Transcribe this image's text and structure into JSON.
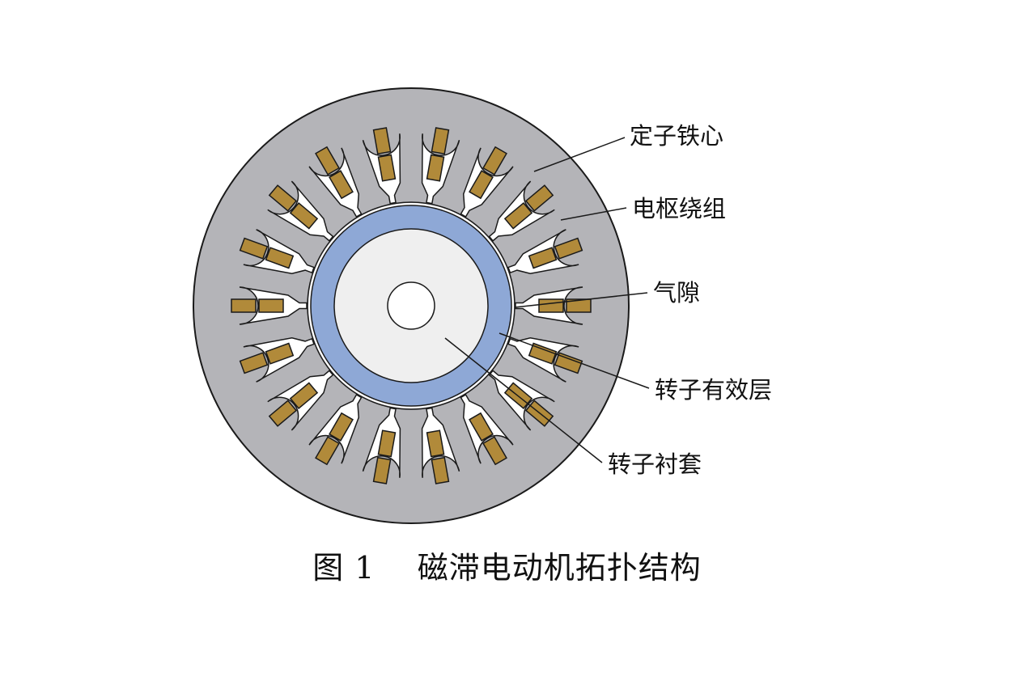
{
  "figure": {
    "labels": {
      "stator_core": "定子铁心",
      "armature_winding": "电枢绕组",
      "air_gap": "气隙",
      "rotor_active_layer": "转子有效层",
      "rotor_sleeve": "转子衬套"
    },
    "caption": {
      "number": "图 1",
      "title": "磁滞电动机拓扑结构"
    },
    "slot_count": 18,
    "colors": {
      "stator_core": "#b4b4b8",
      "slot": "#ffffff",
      "winding": "#b18a3a",
      "rotor_active_layer": "#8ea8d6",
      "rotor_sleeve": "#efefef",
      "shaft": "#ffffff",
      "outline": "#1a1a1a"
    }
  }
}
